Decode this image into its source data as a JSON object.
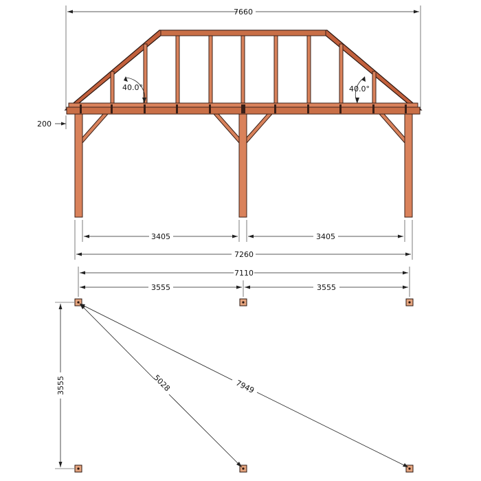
{
  "dimensions": {
    "overall_width": "7660",
    "eave_height": "200",
    "roof_angle_left": "40.0°",
    "roof_angle_right": "40.0°",
    "span_left": "3405",
    "span_right": "3405",
    "post_outer_width": "7260",
    "post_centre_width": "7110",
    "post_centre_left": "3555",
    "post_centre_right": "3555",
    "plan_depth": "3555",
    "plan_diagonal_short": "5028",
    "plan_diagonal_long": "7949"
  },
  "colors": {
    "wood": "#d9825b",
    "wood_dark": "#c96f47",
    "outline": "#3a2018",
    "line": "#222222"
  }
}
